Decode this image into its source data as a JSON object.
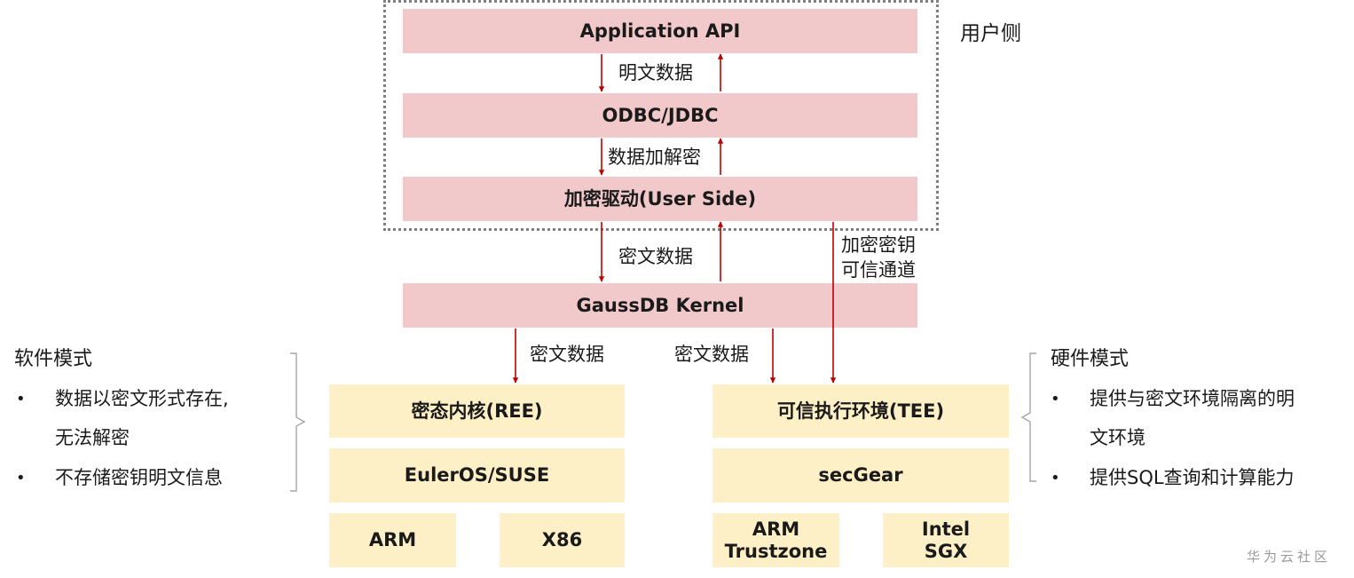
{
  "colors": {
    "pink": "#f2c9ca",
    "yellow": "#fdefc6",
    "arrow": "#c00000",
    "bracket": "#a6a6a6"
  },
  "user_side_label": "用户侧",
  "layers": {
    "app_api": "Application API",
    "odbc": "ODBC/JDBC",
    "driver": "加密驱动(User Side)",
    "kernel": "GaussDB Kernel",
    "ree": "密态内核(REE)",
    "euleros": "EulerOS/SUSE",
    "arm_left": "ARM",
    "x86": "X86",
    "tee": "可信执行环境(TEE)",
    "secgear": "secGear",
    "arm_trustzone_line1": "ARM",
    "arm_trustzone_line2": "Trustzone",
    "intel_sgx_line1": "Intel",
    "intel_sgx_line2": "SGX"
  },
  "arrow_labels": {
    "plaintext": "明文数据",
    "encrypt_decrypt": "数据加解密",
    "ciphertext_1": "密文数据",
    "ciphertext_2": "密文数据",
    "ciphertext_3": "密文数据",
    "key_channel_line1": "加密密钥",
    "key_channel_line2": "可信通道"
  },
  "software_mode": {
    "title": "软件模式",
    "bullets": [
      "•",
      "•"
    ],
    "item1_line1": "数据以密文形式存在,",
    "item1_line2": "无法解密",
    "item2": "不存储密钥明文信息"
  },
  "hardware_mode": {
    "title": "硬件模式",
    "bullets": [
      "•",
      "•"
    ],
    "item1_line1": "提供与密文环境隔离的明",
    "item1_line2": "文环境",
    "item2": "提供SQL查询和计算能力"
  },
  "watermark": "华为云社区"
}
